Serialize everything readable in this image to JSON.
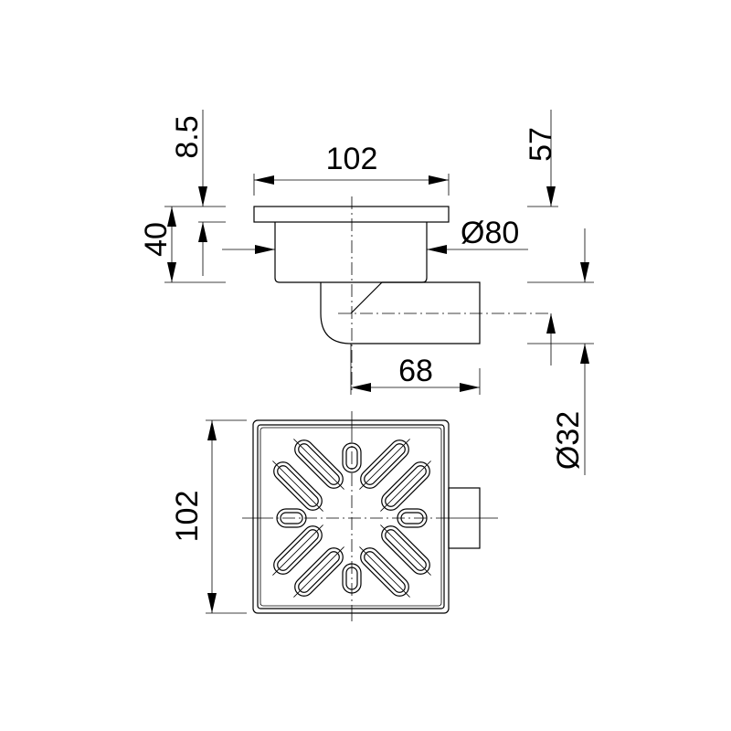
{
  "side_view": {
    "dim_width": "102",
    "dim_flange": "8.5",
    "dim_height": "40",
    "dim_body_diameter": "Ø80",
    "dim_outlet_height": "57",
    "dim_outlet_diameter": "Ø32",
    "dim_outlet_offset": "68"
  },
  "plan_view": {
    "dim_size": "102"
  }
}
